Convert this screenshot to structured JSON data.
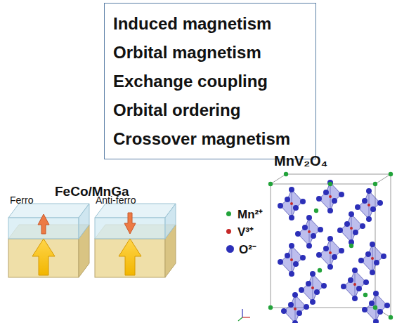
{
  "diagram": {
    "nodes": [
      {
        "text": [
          "Induced magnetism",
          "Orbital magnetism",
          "Exchange coupling",
          "Orbital ordering",
          "Crossover magnetism"
        ]
      }
    ],
    "labels": [
      "FeCo/MnGa",
      "Ferro",
      "Anti-ferro",
      "MnV₂O₄"
    ],
    "legend": [
      {
        "text": "Mn²⁺",
        "color": "#22a33a"
      },
      {
        "text": "V³⁺",
        "color": "#c62828"
      },
      {
        "text": "O²⁻",
        "color": "#2c2fb8"
      }
    ]
  }
}
